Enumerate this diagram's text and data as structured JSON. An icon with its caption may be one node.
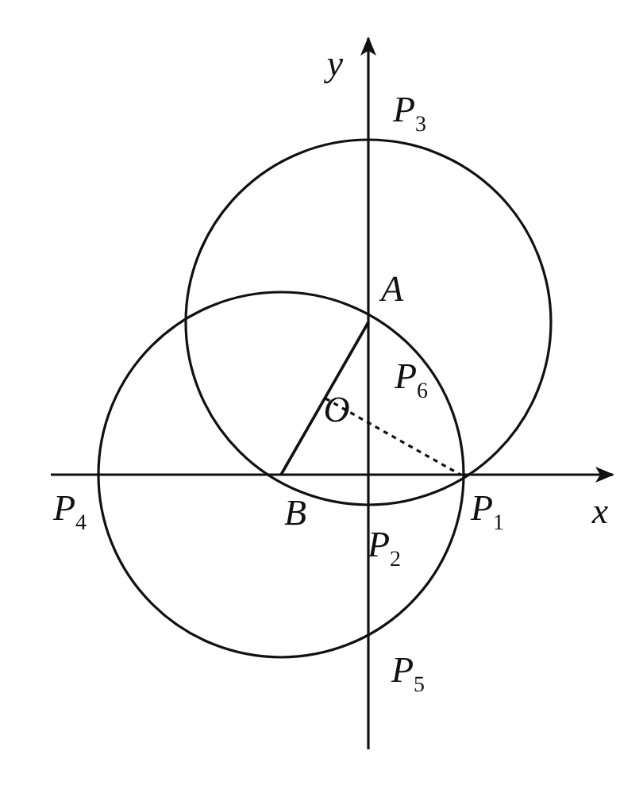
{
  "diagram": {
    "labels": [
      "y",
      "P$_{3}$",
      "A",
      "P$_{6}$",
      "O",
      "x",
      "P$_{4}$",
      "B",
      "P$_{2}$",
      "P$_{1}$",
      "P$_{5}$"
    ]
  }
}
